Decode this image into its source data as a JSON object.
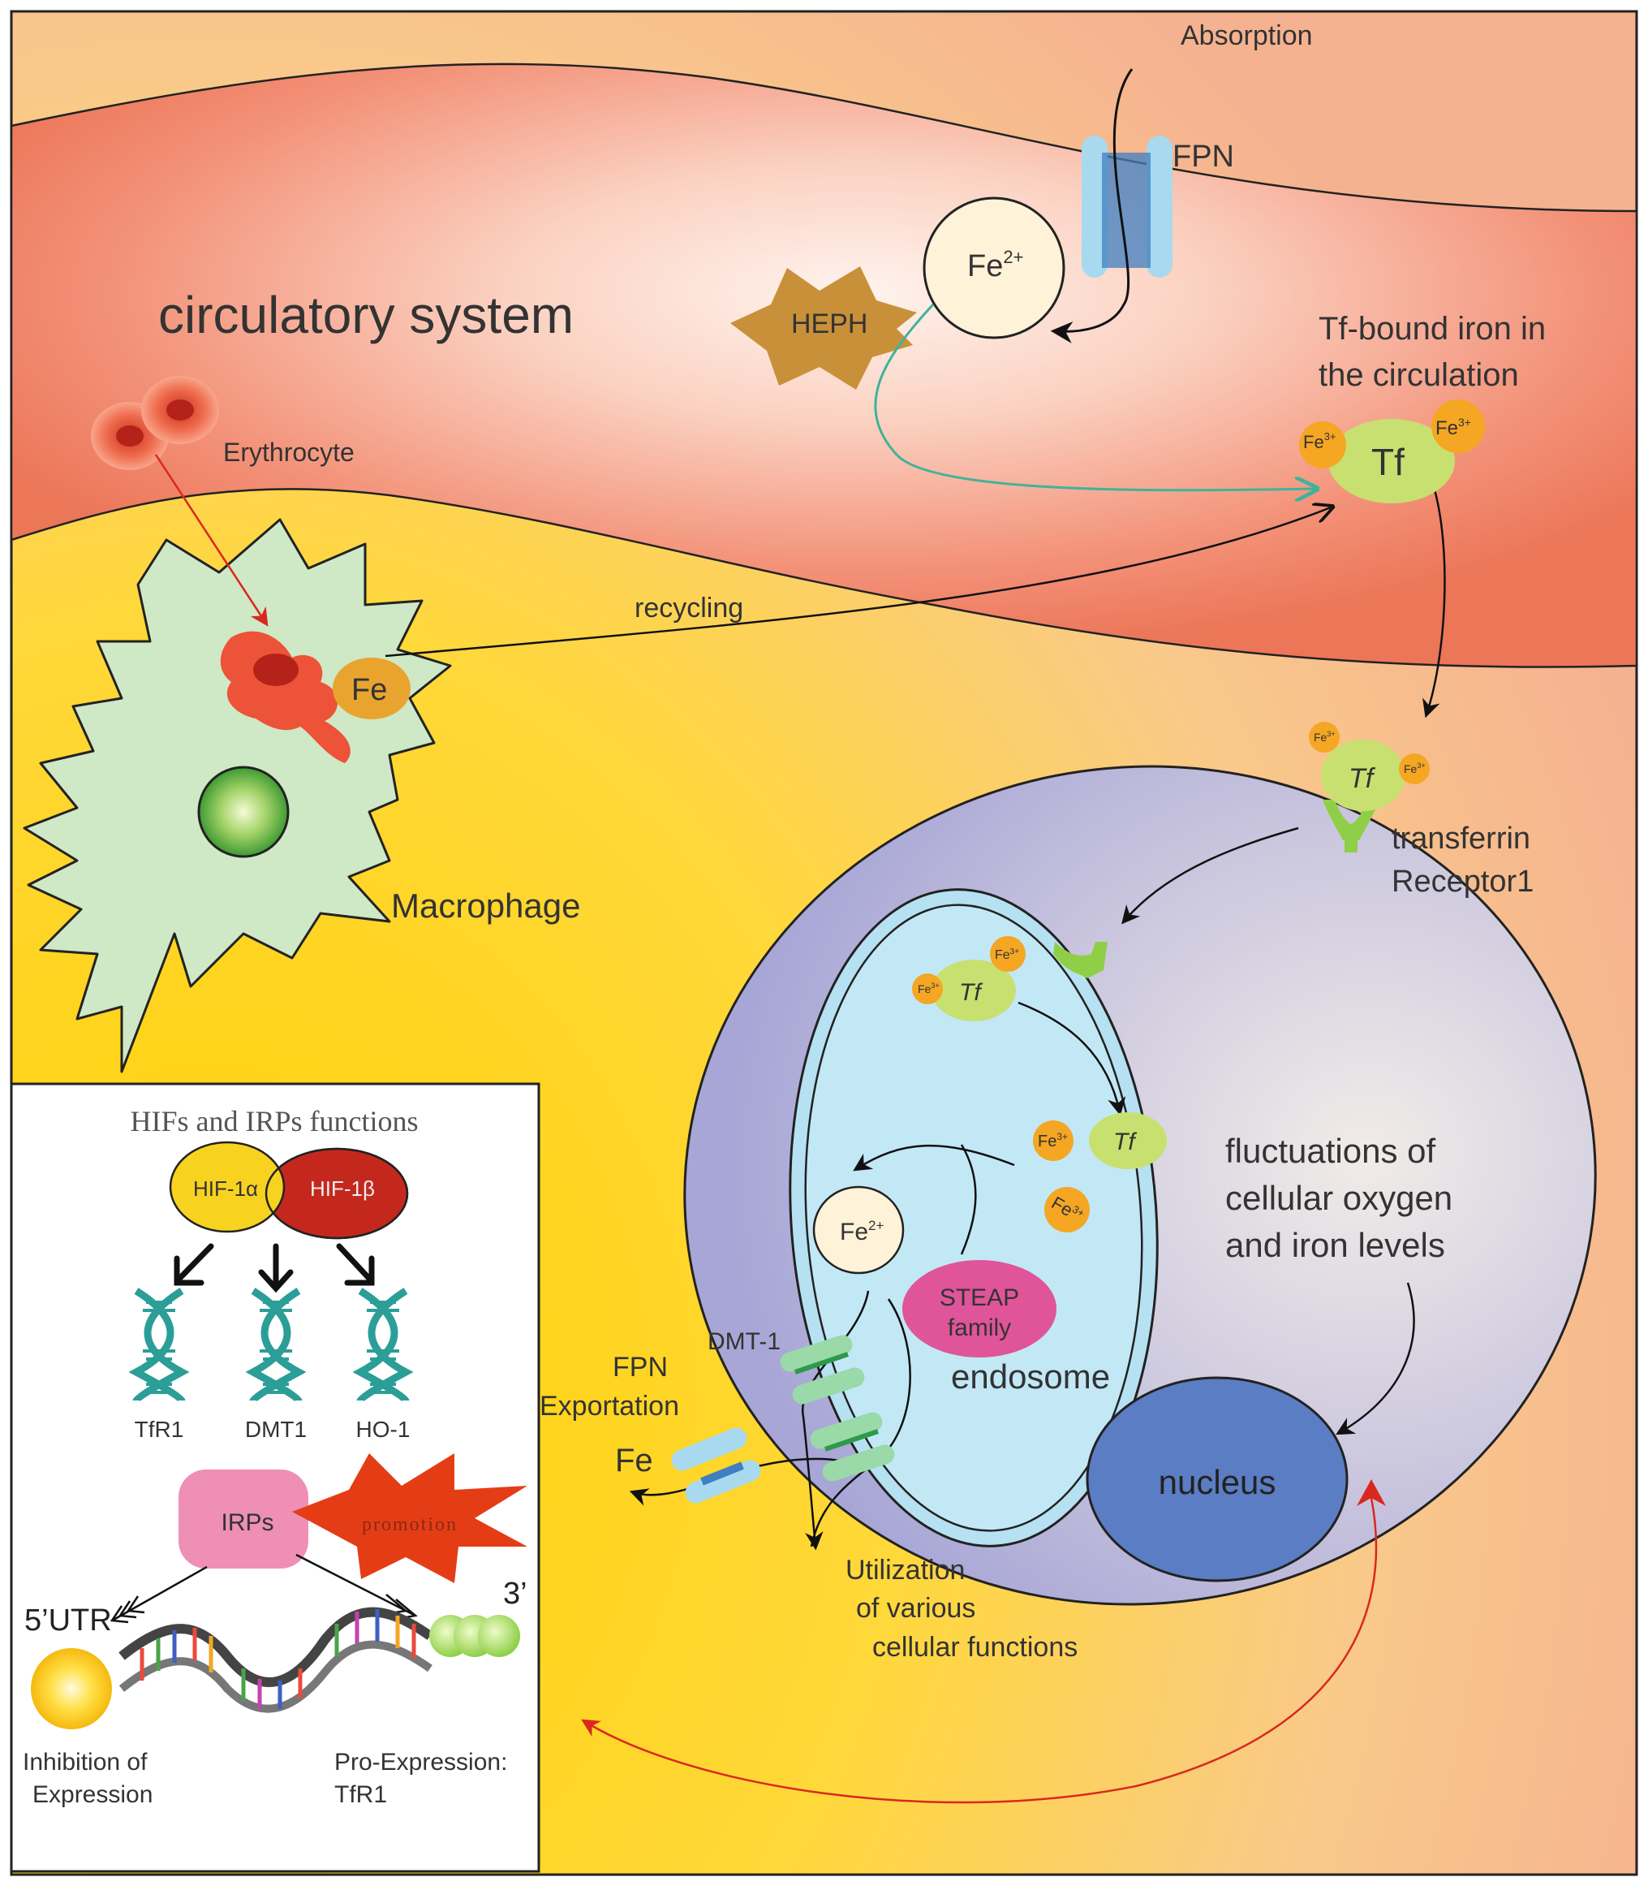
{
  "labels": {
    "absorption": "Absorption",
    "fpn_top": "FPN",
    "fe2_top": "Fe",
    "fe2_top_sup": "2+",
    "heph": "HEPH",
    "circulatory_system": "circulatory system",
    "tf_bound_line1": "Tf-bound iron in",
    "tf_bound_line2": "the circulation",
    "tf": "Tf",
    "fe3": "Fe",
    "fe3_sup": "3+",
    "erythrocyte": "Erythrocyte",
    "recycling": "recycling",
    "fe_macrophage": "Fe",
    "macrophage": "Macrophage",
    "transferrin_line1": "transferrin",
    "transferrin_line2": "Receptor1",
    "fluct_line1": "fluctuations of",
    "fluct_line2": "cellular oxygen",
    "fluct_line3": "and iron levels",
    "fe2_endo": "Fe",
    "fe2_endo_sup": "2+",
    "steap_line1": "STEAP",
    "steap_line2": "family",
    "dmt1": "DMT-1",
    "endosome": "endosome",
    "fpn_export_line1": "FPN",
    "fpn_export_line2": "Exportation",
    "fe_export": "Fe",
    "nucleus": "nucleus",
    "util_line1": "Utilization",
    "util_line2": "of various",
    "util_line3": "cellular functions"
  },
  "inset": {
    "title": "HIFs and IRPs functions",
    "hif1a": "HIF-1α",
    "hif1b": "HIF-1β",
    "genes": [
      "TfR1",
      "DMT1",
      "HO-1"
    ],
    "irps": "IRPs",
    "promotion": "promotion",
    "utr5": "5’UTR",
    "end3": "3’",
    "inhibition_line1": "Inhibition of",
    "inhibition_line2": "Expression",
    "pro_line1": "Pro-Expression:",
    "pro_line2": "TfR1"
  },
  "colors": {
    "vessel": "#f0826a",
    "vessel_center": "#fde8e0",
    "tissue_yellow": "#ffd21f",
    "tissue_peach": "#f7b992",
    "macrophage": "#cfe8c6",
    "cell_purple": "#a8a8d8",
    "endosome": "#b5e1f2",
    "nucleus": "#5b7dc4",
    "iron_orange": "#f5a623",
    "tf_green": "#c8e070",
    "heph": "#c9903a",
    "steap": "#e0559a",
    "hif1a": "#f7d21e",
    "hif1b": "#c4281d",
    "irps": "#ef8fb5",
    "promotion": "#e43d16",
    "dna_teal": "#2b9e98",
    "arrow_red": "#d9281e",
    "arrow_teal": "#3fb39a"
  }
}
